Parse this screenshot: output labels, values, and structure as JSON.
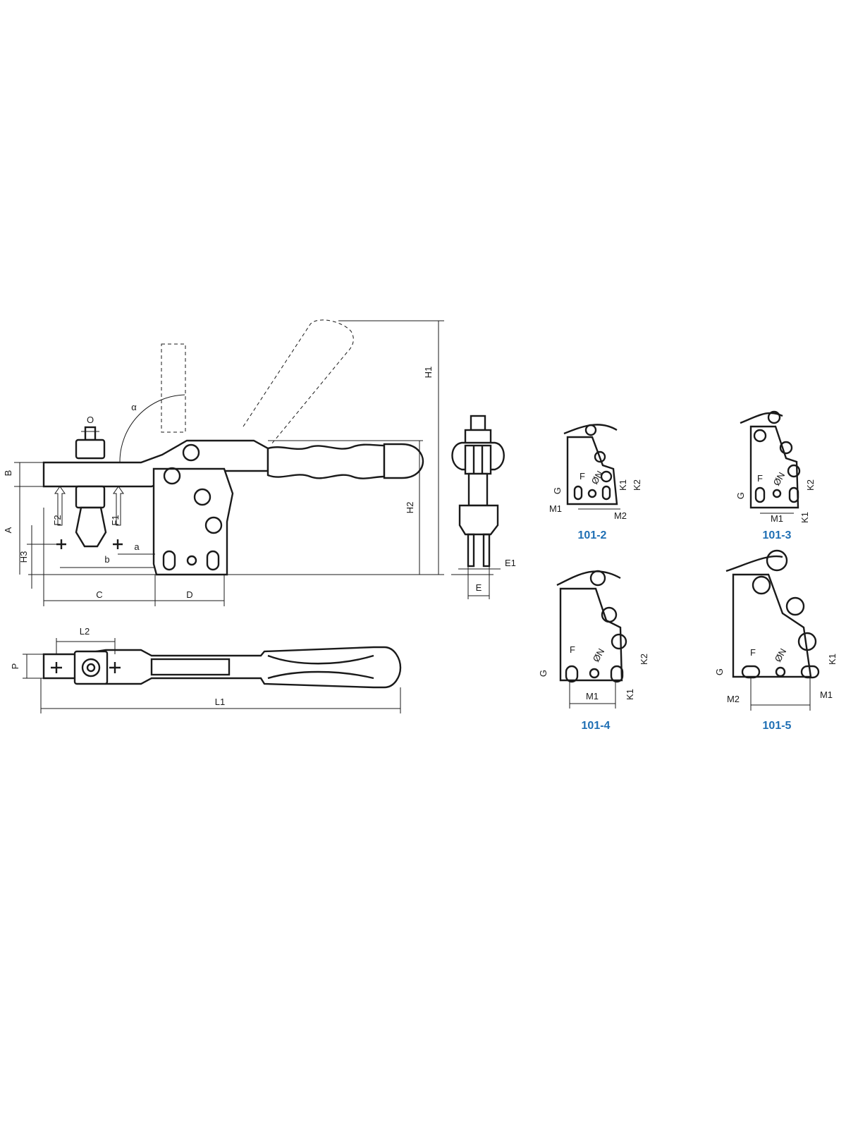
{
  "main_view": {
    "dims": {
      "H1": "H1",
      "H2": "H2",
      "H3": "H3",
      "A": "A",
      "B": "B",
      "C": "C",
      "D": "D",
      "O": "O",
      "a": "a",
      "b": "b",
      "alpha": "α",
      "F1": "F1",
      "F2": "F2"
    }
  },
  "side_view": {
    "dims": {
      "E": "E",
      "E1": "E1"
    }
  },
  "top_view": {
    "dims": {
      "L1": "L1",
      "L2": "L2",
      "P": "P"
    }
  },
  "variants": [
    {
      "label": "101-2",
      "dims": {
        "G": "G",
        "F": "F",
        "N": "ØN",
        "K1": "K1",
        "K2": "K2",
        "M1": "M1",
        "M2": "M2"
      }
    },
    {
      "label": "101-3",
      "dims": {
        "G": "G",
        "F": "F",
        "N": "ØN",
        "K1": "K1",
        "K2": "K2",
        "M1": "M1"
      }
    },
    {
      "label": "101-4",
      "dims": {
        "G": "G",
        "F": "F",
        "N": "ØN",
        "K1": "K1",
        "K2": "K2",
        "M1": "M1"
      }
    },
    {
      "label": "101-5",
      "dims": {
        "G": "G",
        "F": "F",
        "N": "ØN",
        "K1": "K1",
        "M1": "M1",
        "M2": "M2"
      }
    }
  ],
  "colors": {
    "line": "#1a1a1a",
    "variant_label": "#1f6fb4"
  }
}
